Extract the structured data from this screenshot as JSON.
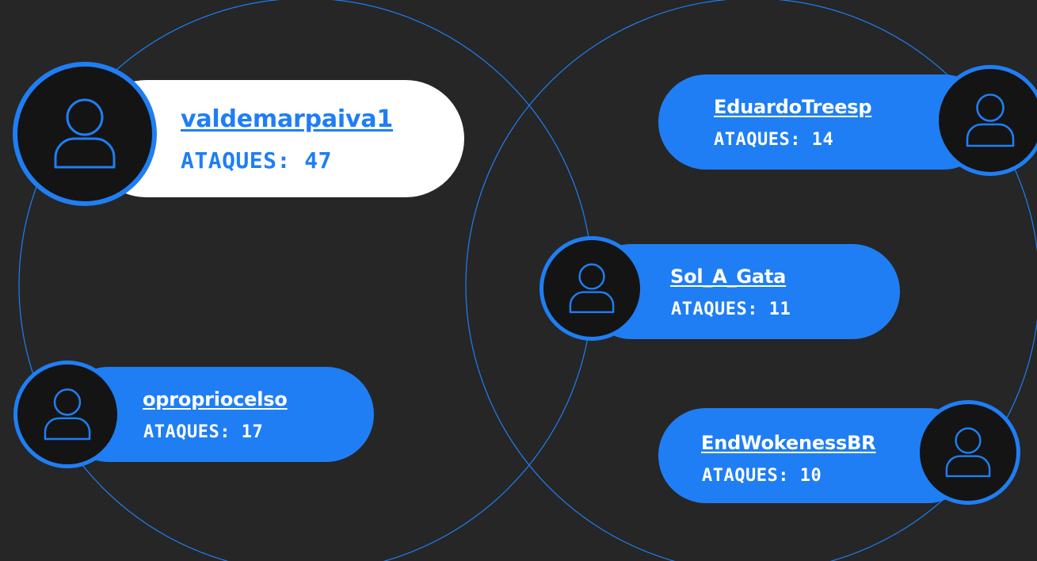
{
  "colors": {
    "background": "#262626",
    "accent": "#1f7ef4",
    "avatar_fill": "#141414",
    "highlight_card": "#ffffff"
  },
  "profiles": [
    {
      "username": "valdemarpaiva1",
      "attacks_label": "ATAQUES:",
      "attacks": 47,
      "attacks_text": "ATAQUES: 47",
      "highlight": true,
      "icon": "user-icon"
    },
    {
      "username": "EduardoTreesp",
      "attacks_label": "ATAQUES:",
      "attacks": 14,
      "attacks_text": "ATAQUES: 14",
      "highlight": false,
      "icon": "user-icon"
    },
    {
      "username": "Sol_A_Gata",
      "attacks_label": "ATAQUES:",
      "attacks": 11,
      "attacks_text": "ATAQUES: 11",
      "highlight": false,
      "icon": "user-icon"
    },
    {
      "username": "opropriocelso",
      "attacks_label": "ATAQUES:",
      "attacks": 17,
      "attacks_text": "ATAQUES: 17",
      "highlight": false,
      "icon": "user-icon"
    },
    {
      "username": "EndWokenessBR",
      "attacks_label": "ATAQUES:",
      "attacks": 10,
      "attacks_text": "ATAQUES: 10",
      "highlight": false,
      "icon": "user-icon"
    }
  ]
}
